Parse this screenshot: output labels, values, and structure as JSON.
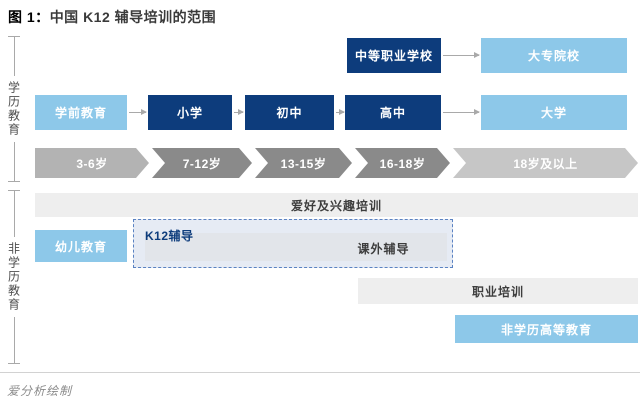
{
  "figure": {
    "label": "图 1：",
    "title": "中国 K12 辅导培训的范围"
  },
  "side_labels": {
    "degree": "学历教育",
    "non_degree": "非学历教育"
  },
  "degree_section": {
    "row1": [
      {
        "label": "中等职业学校",
        "style": "navy"
      },
      {
        "label": "大专院校",
        "style": "light"
      }
    ],
    "row2": [
      {
        "label": "学前教育",
        "style": "light"
      },
      {
        "label": "小学",
        "style": "navy"
      },
      {
        "label": "初中",
        "style": "navy"
      },
      {
        "label": "高中",
        "style": "navy"
      },
      {
        "label": "大学",
        "style": "light"
      }
    ]
  },
  "age_axis": [
    {
      "label": "3-6岁",
      "tone": "light"
    },
    {
      "label": "7-12岁",
      "tone": "dark"
    },
    {
      "label": "13-15岁",
      "tone": "dark"
    },
    {
      "label": "16-18岁",
      "tone": "dark"
    },
    {
      "label": "18岁及以上",
      "tone": "lighter"
    }
  ],
  "non_degree_section": {
    "hobby_bar": "爱好及兴趣培训",
    "preschool_box": "幼儿教育",
    "k12_box_label": "K12辅导",
    "after_school_bar": "课外辅导",
    "vocational_bar": "职业培训",
    "non_degree_higher_bar": "非学历高等教育"
  },
  "footer": {
    "credit": "爱分析绘制"
  },
  "colors": {
    "accent_blue": "#2053a3",
    "navy": "#0d3c7c",
    "light_blue": "#8dc8e9",
    "chev_light": "#b3b3b3",
    "chev_dark": "#8a8a8a",
    "chev_lighter": "#c6c6c6",
    "bar_gray": "#eeeeee",
    "k12_fill": "#e6ebf4",
    "k12_border": "#5a82c2",
    "inner_bar": "#e2e5ea",
    "text_dark": "#3d3d3d",
    "line_gray": "#a9a9a9"
  }
}
